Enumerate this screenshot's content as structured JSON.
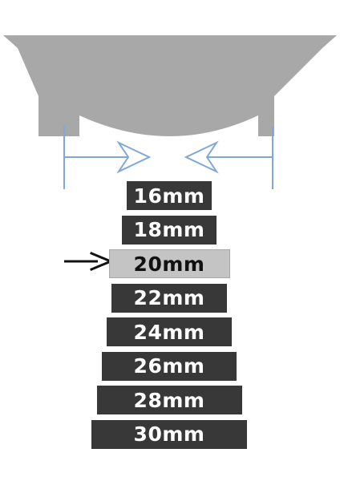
{
  "sizes": [
    {
      "label": "16mm",
      "selected": false
    },
    {
      "label": "18mm",
      "selected": false
    },
    {
      "label": "20mm",
      "selected": true
    },
    {
      "label": "22mm",
      "selected": false
    },
    {
      "label": "24mm",
      "selected": false
    },
    {
      "label": "26mm",
      "selected": false
    },
    {
      "label": "28mm",
      "selected": false
    },
    {
      "label": "30mm",
      "selected": false
    }
  ],
  "colors": {
    "case": "#a8a8a8",
    "measure": "#7fa8d8",
    "bar": "#383838",
    "bar_selected": "#c4c4c4",
    "pointer_arrow": "#111111"
  }
}
